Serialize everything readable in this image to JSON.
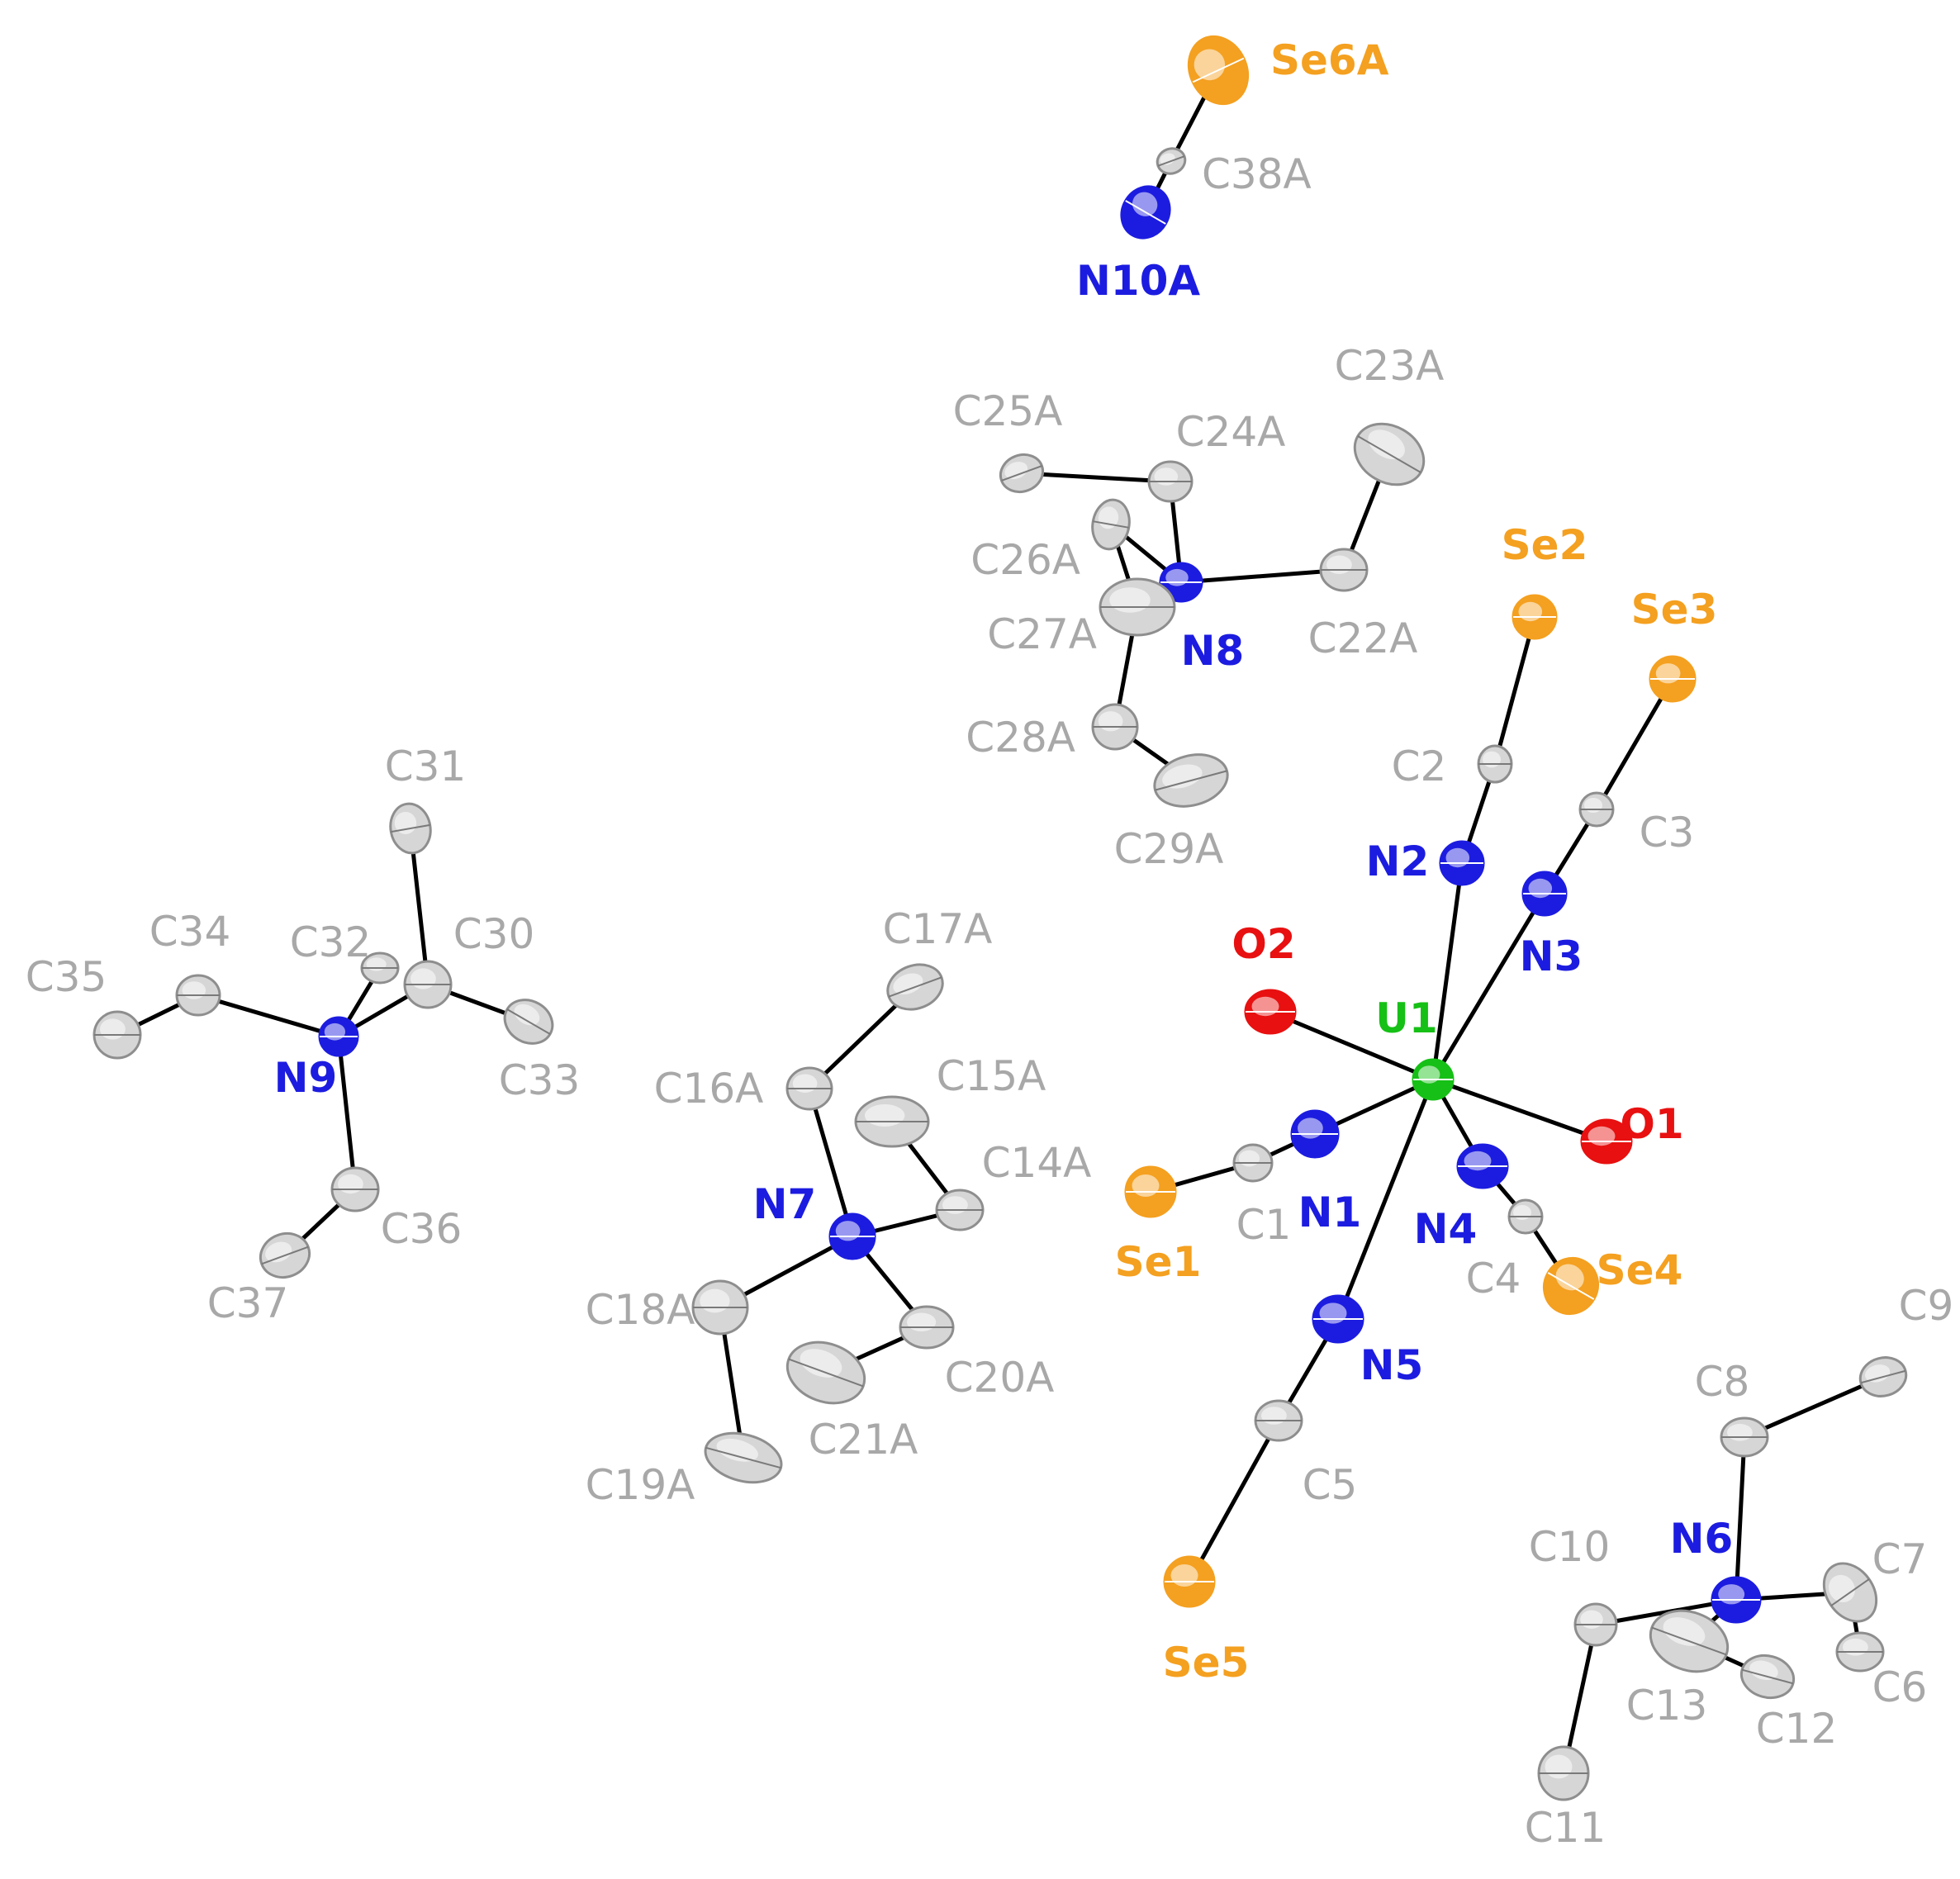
{
  "title": "",
  "colors": {
    "U": "#16c016",
    "N": "#1c1ce0",
    "O": "#e81010",
    "Se": "#f4a020",
    "C": "#b0b0b0",
    "C_label": "#a8a8a8",
    "bond": "#000000"
  },
  "atoms": [
    {
      "id": "Se6A",
      "el": "Se",
      "label": "Se6A"
    },
    {
      "id": "C38A",
      "el": "C",
      "label": "C38A"
    },
    {
      "id": "N10A",
      "el": "N",
      "label": "N10A"
    },
    {
      "id": "C23A",
      "el": "C",
      "label": "C23A"
    },
    {
      "id": "C25A",
      "el": "C",
      "label": "C25A"
    },
    {
      "id": "C24A",
      "el": "C",
      "label": "C24A"
    },
    {
      "id": "C26A",
      "el": "C",
      "label": "C26A"
    },
    {
      "id": "N8",
      "el": "N",
      "label": "N8"
    },
    {
      "id": "C22A",
      "el": "C",
      "label": "C22A"
    },
    {
      "id": "C27A",
      "el": "C",
      "label": "C27A"
    },
    {
      "id": "C28A",
      "el": "C",
      "label": "C28A"
    },
    {
      "id": "C29A",
      "el": "C",
      "label": "C29A"
    },
    {
      "id": "Se2",
      "el": "Se",
      "label": "Se2"
    },
    {
      "id": "Se3",
      "el": "Se",
      "label": "Se3"
    },
    {
      "id": "C2",
      "el": "C",
      "label": "C2"
    },
    {
      "id": "C3",
      "el": "C",
      "label": "C3"
    },
    {
      "id": "N2",
      "el": "N",
      "label": "N2"
    },
    {
      "id": "N3",
      "el": "N",
      "label": "N3"
    },
    {
      "id": "O2",
      "el": "O",
      "label": "O2"
    },
    {
      "id": "U1",
      "el": "U",
      "label": "U1"
    },
    {
      "id": "O1",
      "el": "O",
      "label": "O1"
    },
    {
      "id": "N1",
      "el": "N",
      "label": "N1"
    },
    {
      "id": "C1",
      "el": "C",
      "label": "C1"
    },
    {
      "id": "Se1",
      "el": "Se",
      "label": "Se1"
    },
    {
      "id": "N4",
      "el": "N",
      "label": "N4"
    },
    {
      "id": "C4",
      "el": "C",
      "label": "C4"
    },
    {
      "id": "Se4",
      "el": "Se",
      "label": "Se4"
    },
    {
      "id": "N5",
      "el": "N",
      "label": "N5"
    },
    {
      "id": "C5",
      "el": "C",
      "label": "C5"
    },
    {
      "id": "Se5",
      "el": "Se",
      "label": "Se5"
    },
    {
      "id": "C31",
      "el": "C",
      "label": "C31"
    },
    {
      "id": "C34",
      "el": "C",
      "label": "C34"
    },
    {
      "id": "C32",
      "el": "C",
      "label": "C32"
    },
    {
      "id": "C30",
      "el": "C",
      "label": "C30"
    },
    {
      "id": "C35",
      "el": "C",
      "label": "C35"
    },
    {
      "id": "N9",
      "el": "N",
      "label": "N9"
    },
    {
      "id": "C33",
      "el": "C",
      "label": "C33"
    },
    {
      "id": "C36",
      "el": "C",
      "label": "C36"
    },
    {
      "id": "C37",
      "el": "C",
      "label": "C37"
    },
    {
      "id": "C17A",
      "el": "C",
      "label": "C17A"
    },
    {
      "id": "C16A",
      "el": "C",
      "label": "C16A"
    },
    {
      "id": "C15A",
      "el": "C",
      "label": "C15A"
    },
    {
      "id": "C14A",
      "el": "C",
      "label": "C14A"
    },
    {
      "id": "N7",
      "el": "N",
      "label": "N7"
    },
    {
      "id": "C18A",
      "el": "C",
      "label": "C18A"
    },
    {
      "id": "C20A",
      "el": "C",
      "label": "C20A"
    },
    {
      "id": "C21A",
      "el": "C",
      "label": "C21A"
    },
    {
      "id": "C19A",
      "el": "C",
      "label": "C19A"
    },
    {
      "id": "C9",
      "el": "C",
      "label": "C9"
    },
    {
      "id": "C8",
      "el": "C",
      "label": "C8"
    },
    {
      "id": "C10",
      "el": "C",
      "label": "C10"
    },
    {
      "id": "N6",
      "el": "N",
      "label": "N6"
    },
    {
      "id": "C7",
      "el": "C",
      "label": "C7"
    },
    {
      "id": "C13",
      "el": "C",
      "label": "C13"
    },
    {
      "id": "C12",
      "el": "C",
      "label": "C12"
    },
    {
      "id": "C6",
      "el": "C",
      "label": "C6"
    },
    {
      "id": "C11",
      "el": "C",
      "label": "C11"
    }
  ],
  "bonds": [
    [
      "Se6A",
      "C38A"
    ],
    [
      "C38A",
      "N10A"
    ],
    [
      "C23A",
      "C22A"
    ],
    [
      "C22A",
      "N8"
    ],
    [
      "C25A",
      "C24A"
    ],
    [
      "C24A",
      "N8"
    ],
    [
      "C26A",
      "N8"
    ],
    [
      "C27A",
      "C26A"
    ],
    [
      "C27A",
      "C28A"
    ],
    [
      "C28A",
      "C29A"
    ],
    [
      "Se2",
      "C2"
    ],
    [
      "C2",
      "N2"
    ],
    [
      "N2",
      "U1"
    ],
    [
      "Se3",
      "C3"
    ],
    [
      "C3",
      "N3"
    ],
    [
      "N3",
      "U1"
    ],
    [
      "O2",
      "U1"
    ],
    [
      "U1",
      "O1"
    ],
    [
      "U1",
      "N1"
    ],
    [
      "N1",
      "C1"
    ],
    [
      "C1",
      "Se1"
    ],
    [
      "U1",
      "N4"
    ],
    [
      "N4",
      "C4"
    ],
    [
      "C4",
      "Se4"
    ],
    [
      "U1",
      "N5"
    ],
    [
      "N5",
      "C5"
    ],
    [
      "C5",
      "Se5"
    ],
    [
      "C31",
      "C30"
    ],
    [
      "C30",
      "C33"
    ],
    [
      "C30",
      "N9"
    ],
    [
      "C32",
      "N9"
    ],
    [
      "C34",
      "N9"
    ],
    [
      "C34",
      "C35"
    ],
    [
      "N9",
      "C36"
    ],
    [
      "C36",
      "C37"
    ],
    [
      "C17A",
      "C16A"
    ],
    [
      "C16A",
      "N7"
    ],
    [
      "C15A",
      "C14A"
    ],
    [
      "C14A",
      "N7"
    ],
    [
      "N7",
      "C18A"
    ],
    [
      "C18A",
      "C19A"
    ],
    [
      "N7",
      "C20A"
    ],
    [
      "C20A",
      "C21A"
    ],
    [
      "C9",
      "C8"
    ],
    [
      "C8",
      "N6"
    ],
    [
      "N6",
      "C7"
    ],
    [
      "C7",
      "C6"
    ],
    [
      "N6",
      "C13"
    ],
    [
      "C13",
      "C12"
    ],
    [
      "N6",
      "C10"
    ],
    [
      "C10",
      "C11"
    ]
  ]
}
